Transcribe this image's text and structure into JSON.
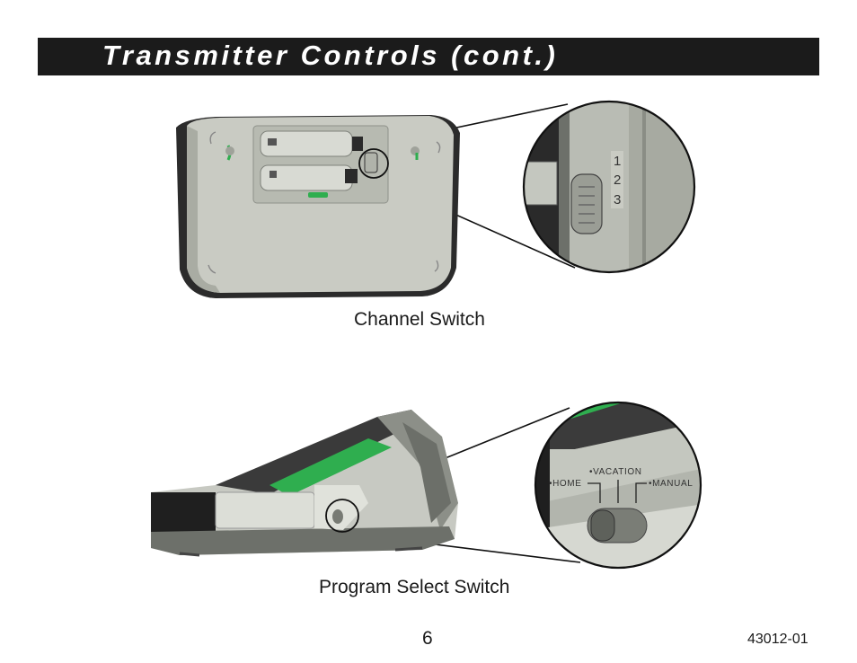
{
  "header": {
    "title": "Transmitter Controls (cont.)"
  },
  "figures": {
    "channel_switch": {
      "caption": "Channel Switch",
      "positions": [
        "1",
        "2",
        "3"
      ]
    },
    "program_select_switch": {
      "caption": "Program Select Switch",
      "modes": [
        "•HOME",
        "•VACATION",
        "•MANUAL"
      ]
    }
  },
  "footer": {
    "page_number": "6",
    "doc_code": "43012-01"
  },
  "colors": {
    "header_bar": "#1b1b1b",
    "device_body": "#c9cbc3",
    "device_trim": "#2a2a2a",
    "accent_green": "#2fae4f"
  }
}
